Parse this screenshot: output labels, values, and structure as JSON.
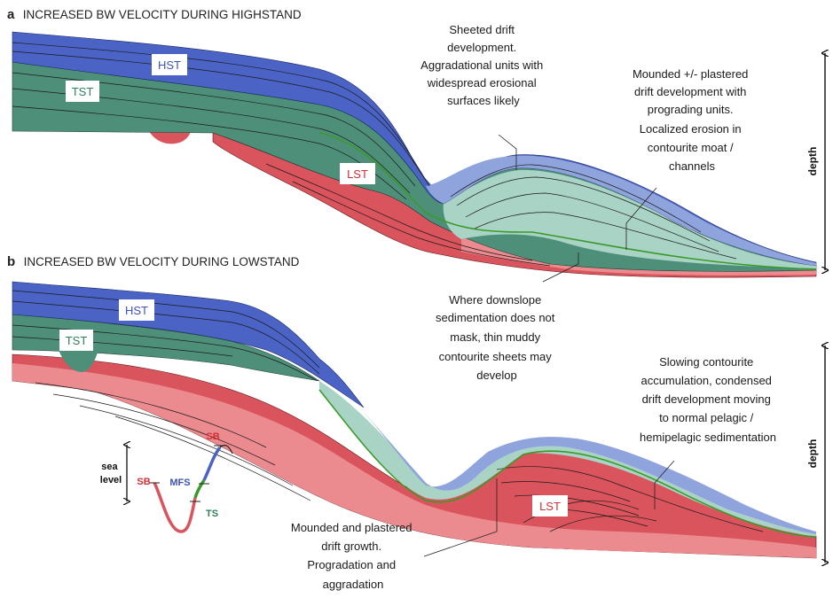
{
  "panel_a": {
    "letter": "a",
    "title": "INCREASED BW VELOCITY DURING HIGHSTAND",
    "labels": {
      "hst": "HST",
      "tst": "TST",
      "lst": "LST"
    },
    "annotation_top": [
      "Sheeted drift",
      "development.",
      "Aggradational units with",
      "widespread erosional",
      "surfaces likely"
    ],
    "annotation_right": [
      "Mounded +/- plastered",
      "drift development with",
      "prograding units.",
      "Localized erosion in",
      "contourite moat /",
      "channels"
    ],
    "depth_label": "depth"
  },
  "panel_b": {
    "letter": "b",
    "title": "INCREASED BW VELOCITY DURING LOWSTAND",
    "labels": {
      "hst": "HST",
      "tst": "TST",
      "lst": "LST"
    },
    "annotation_middle": [
      "Where downslope",
      "sedimentation does not",
      "mask, thin muddy",
      "contourite sheets may",
      "develop"
    ],
    "annotation_right": [
      "Slowing contourite",
      "accumulation, condensed",
      "drift development moving",
      "to normal pelagic /",
      "hemipelagic sedimentation"
    ],
    "annotation_bottom": [
      "Mounded and plastered",
      "drift growth.",
      "Progradation and",
      "aggradation"
    ],
    "depth_label": "depth"
  },
  "sea_level_inset": {
    "axis_label": [
      "sea",
      "level"
    ],
    "labels": {
      "sb_left": "SB",
      "mfs": "MFS",
      "ts": "TS",
      "sb_right": "SB"
    }
  },
  "colors": {
    "hst": "#4a63c4",
    "hst_light": "#8fa3dc",
    "tst": "#4e8f7a",
    "tst_light": "#a9d3c4",
    "lst": "#d9545c",
    "lst_light": "#ec8b8f",
    "green_line": "#3a9a2a",
    "hst_text": "#3d52b8",
    "tst_text": "#2e7f5a",
    "lst_text": "#cf2f35"
  }
}
